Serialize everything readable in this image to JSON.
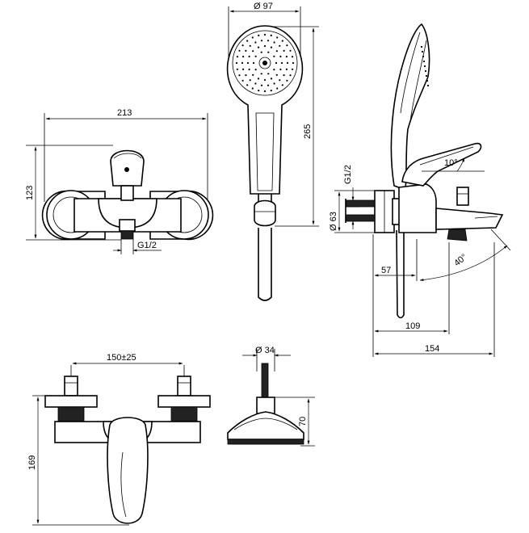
{
  "dimensions": {
    "front_width": "213",
    "front_height": "123",
    "front_thread": "G1/2",
    "shower_diameter": "Ø 97",
    "shower_length": "265",
    "side_thread": "G1/2",
    "side_rosette_diameter": "Ø 63",
    "side_lever_angle": "10°",
    "side_spout_angle": "40°",
    "side_depth_57": "57",
    "side_depth_109": "109",
    "side_depth_154": "154",
    "bottom_centers": "150±25",
    "bottom_height": "169",
    "shower_side_diameter": "Ø 34",
    "shower_side_height": "70"
  }
}
